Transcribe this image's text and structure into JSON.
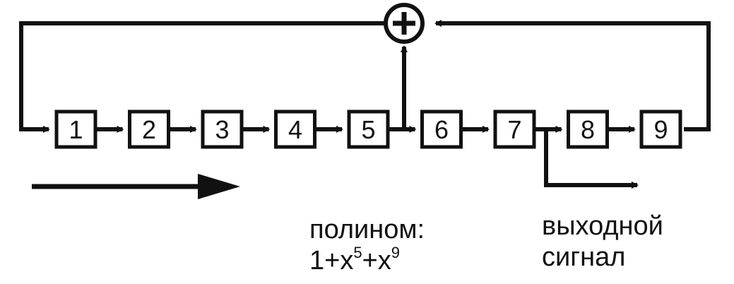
{
  "registers": [
    "1",
    "2",
    "3",
    "4",
    "5",
    "6",
    "7",
    "8",
    "9"
  ],
  "adder_symbol": "+",
  "polynomial": {
    "label": "полином:",
    "term_const": "1+x",
    "exp_a": "5",
    "plus": "+x",
    "exp_b": "9"
  },
  "output": {
    "line1": "выходной",
    "line2": "сигнал"
  },
  "colors": {
    "stroke": "#111111",
    "background": "#ffffff"
  }
}
